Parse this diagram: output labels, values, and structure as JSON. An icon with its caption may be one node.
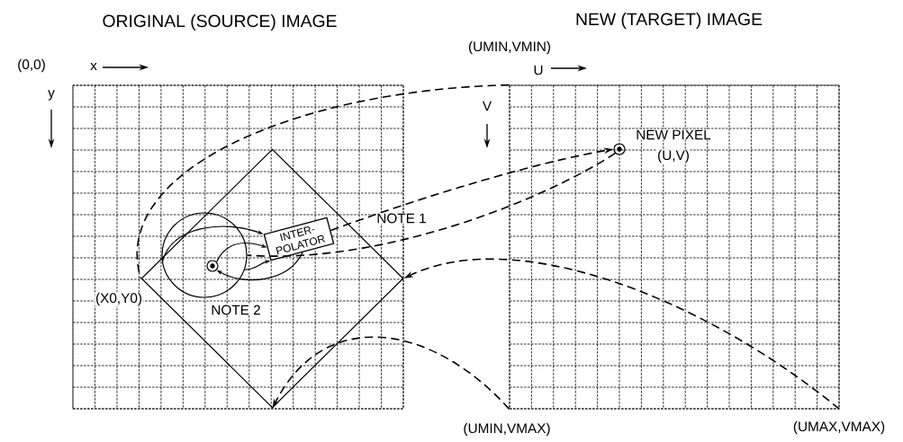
{
  "diagram": {
    "nodes": [
      {
        "text": [
          "ORIGINAL (SOURCE) IMAGE"
        ]
      },
      {
        "text": [
          "NEW (TARGET) IMAGE"
        ]
      },
      {
        "text": [],
        "shape": "diamond",
        "in": 0
      },
      {
        "text": [],
        "shape": "circle",
        "in": 2,
        "beside": [
          "NOTE 2"
        ]
      },
      {
        "text": [],
        "shape": "circle",
        "in": 3
      },
      {
        "text": [
          "INTER- POLATOR"
        ],
        "in": 2
      },
      {
        "text": [],
        "shape": "circle",
        "in": 1,
        "beside": [
          "NEW PIXEL",
          "(U,V)"
        ]
      }
    ],
    "edges": [
      {
        "from": 1,
        "to": 2,
        "arrow": "none",
        "style": "dashed"
      },
      {
        "from": 1,
        "to": 2,
        "arrow": "to",
        "style": "dashed"
      },
      {
        "from": 1,
        "to": 2,
        "arrow": "to",
        "style": "dashed"
      },
      {
        "from": 5,
        "to": 6,
        "arrow": "to",
        "style": "dashed"
      },
      {
        "from": 6,
        "to": 3,
        "arrow": "none",
        "style": "dashed"
      },
      {
        "from": 4,
        "to": 5,
        "arrow": "to"
      },
      {
        "from": 3,
        "to": 5,
        "arrow": "to"
      },
      {
        "from": 3,
        "to": 5,
        "arrow": "to"
      },
      {
        "from": 5,
        "to": 4,
        "arrow": "to"
      }
    ],
    "labels": [
      "(0,0)",
      "x",
      "y",
      "(UMIN,VMIN)",
      "U",
      "V",
      "NOTE 1",
      "(X0,Y0)",
      "(UMIN,VMAX)",
      "(UMAX,VMAX)"
    ]
  }
}
